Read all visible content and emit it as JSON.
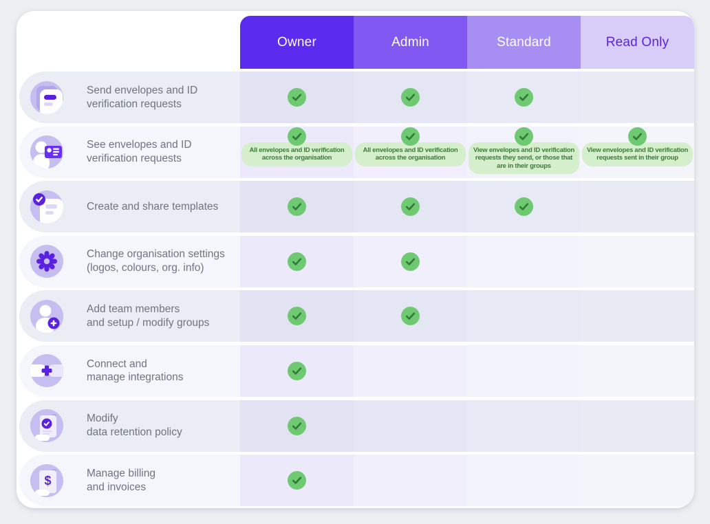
{
  "header": {
    "columns": [
      {
        "label": "Owner",
        "bg": "#5c2bf0",
        "text": "#ffffff"
      },
      {
        "label": "Admin",
        "bg": "#8159f2",
        "text": "#ffffff"
      },
      {
        "label": "Standard",
        "bg": "#a78ef2",
        "text": "#ffffff"
      },
      {
        "label": "Read Only",
        "bg": "#d8ccf8",
        "text": "#5b24e3"
      }
    ]
  },
  "rows": [
    {
      "icon": "send-envelopes-icon",
      "label": "Send envelopes and ID\nverification requests",
      "checks": [
        true,
        true,
        true,
        false
      ],
      "notes": [
        "",
        "",
        "",
        ""
      ]
    },
    {
      "icon": "see-envelopes-icon",
      "label": "See envelopes and ID\nverification requests",
      "checks": [
        true,
        true,
        true,
        true
      ],
      "notes": [
        "All envelopes and ID verification\nacross the organisation",
        "All envelopes and ID verification\nacross the organisation",
        "View envelopes and ID verification\nrequests they send, or those that\nare in their groups",
        "View envelopes and ID verification\nrequests sent in their group"
      ]
    },
    {
      "icon": "templates-icon",
      "label": "Create and share templates",
      "checks": [
        true,
        true,
        true,
        false
      ],
      "notes": [
        "",
        "",
        "",
        ""
      ]
    },
    {
      "icon": "organisation-settings-icon",
      "label": "Change organisation settings\n(logos, colours, org. info)",
      "checks": [
        true,
        true,
        false,
        false
      ],
      "notes": [
        "",
        "",
        "",
        ""
      ]
    },
    {
      "icon": "team-members-icon",
      "label": "Add team members\nand setup / modify groups",
      "checks": [
        true,
        true,
        false,
        false
      ],
      "notes": [
        "",
        "",
        "",
        ""
      ]
    },
    {
      "icon": "integrations-icon",
      "label": "Connect and\nmanage integrations",
      "checks": [
        true,
        false,
        false,
        false
      ],
      "notes": [
        "",
        "",
        "",
        ""
      ]
    },
    {
      "icon": "data-retention-icon",
      "label": "Modify\ndata retention policy",
      "checks": [
        true,
        false,
        false,
        false
      ],
      "notes": [
        "",
        "",
        "",
        ""
      ]
    },
    {
      "icon": "billing-icon",
      "label": "Manage billing\nand invoices",
      "checks": [
        true,
        false,
        false,
        false
      ],
      "notes": [
        "",
        "",
        "",
        ""
      ]
    }
  ],
  "colors": {
    "page_bg": "#edeff2",
    "card_bg": "#ffffff",
    "row_odd": "#eaedf4",
    "row_even": "#f5f6fb",
    "label_text": "#6e7480",
    "check_green": "#6fc973",
    "check_stroke": "#2f7d35",
    "note_bg": "#d5eecb",
    "note_text": "#3d7a3a",
    "icon_circle": "#c6bef0",
    "icon_accent": "#5b21e0",
    "icon_mid": "#b2a6ec",
    "icon_soft": "#dcd6f8",
    "icon_card_purple": "#6a2ff2",
    "icon_doc": "#f1eefc"
  }
}
